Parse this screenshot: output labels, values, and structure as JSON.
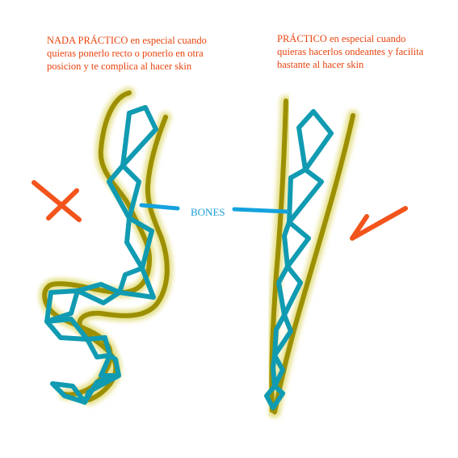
{
  "colors": {
    "note_text": "#e8440e",
    "bone": "#109bb2",
    "bone_shadow": "#0d6f80",
    "mesh": "#9c8f00",
    "mesh_glow": "#e5e08a",
    "connector": "#14a2de",
    "bones_label": "#1b9fd8",
    "wrong_mark": "#f2541b",
    "right_mark": "#f2541b"
  },
  "left_panel": {
    "note_lines": [
      "NADA PRÁCTICO en especial cuando",
      "quieras ponerlo recto o ponerlo en otra",
      "posicion y te complica al hacer skin"
    ],
    "mark_icon": "cross-icon"
  },
  "right_panel": {
    "note_lines": [
      "PRÁCTICO en especial cuando",
      "quieras hacerlos ondeantes y facilita",
      "bastante al hacer skin"
    ],
    "mark_icon": "check-icon"
  },
  "bones_label": "BONES"
}
